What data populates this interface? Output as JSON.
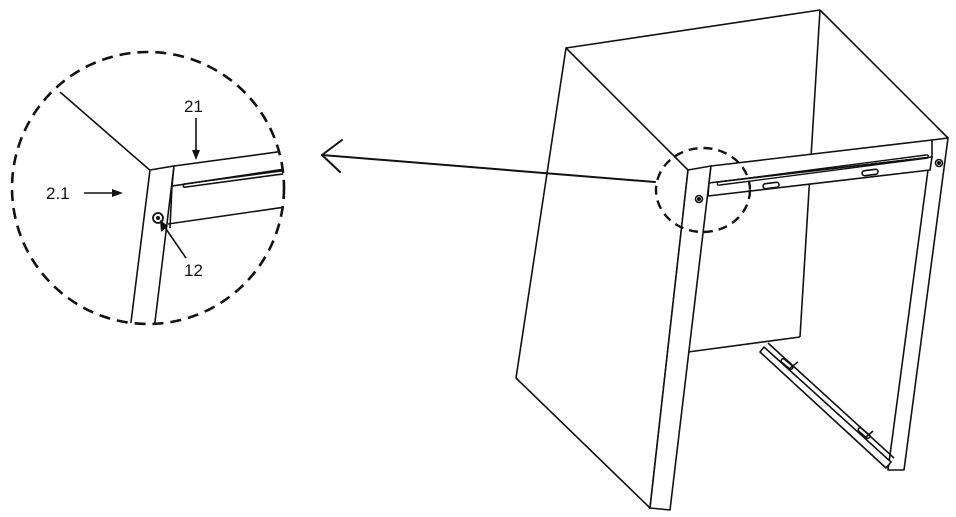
{
  "figure": {
    "callouts": {
      "panel": "2.1",
      "rail": "21",
      "screw": "12"
    }
  },
  "colors": {
    "line": "#111111",
    "background": "#ffffff"
  }
}
